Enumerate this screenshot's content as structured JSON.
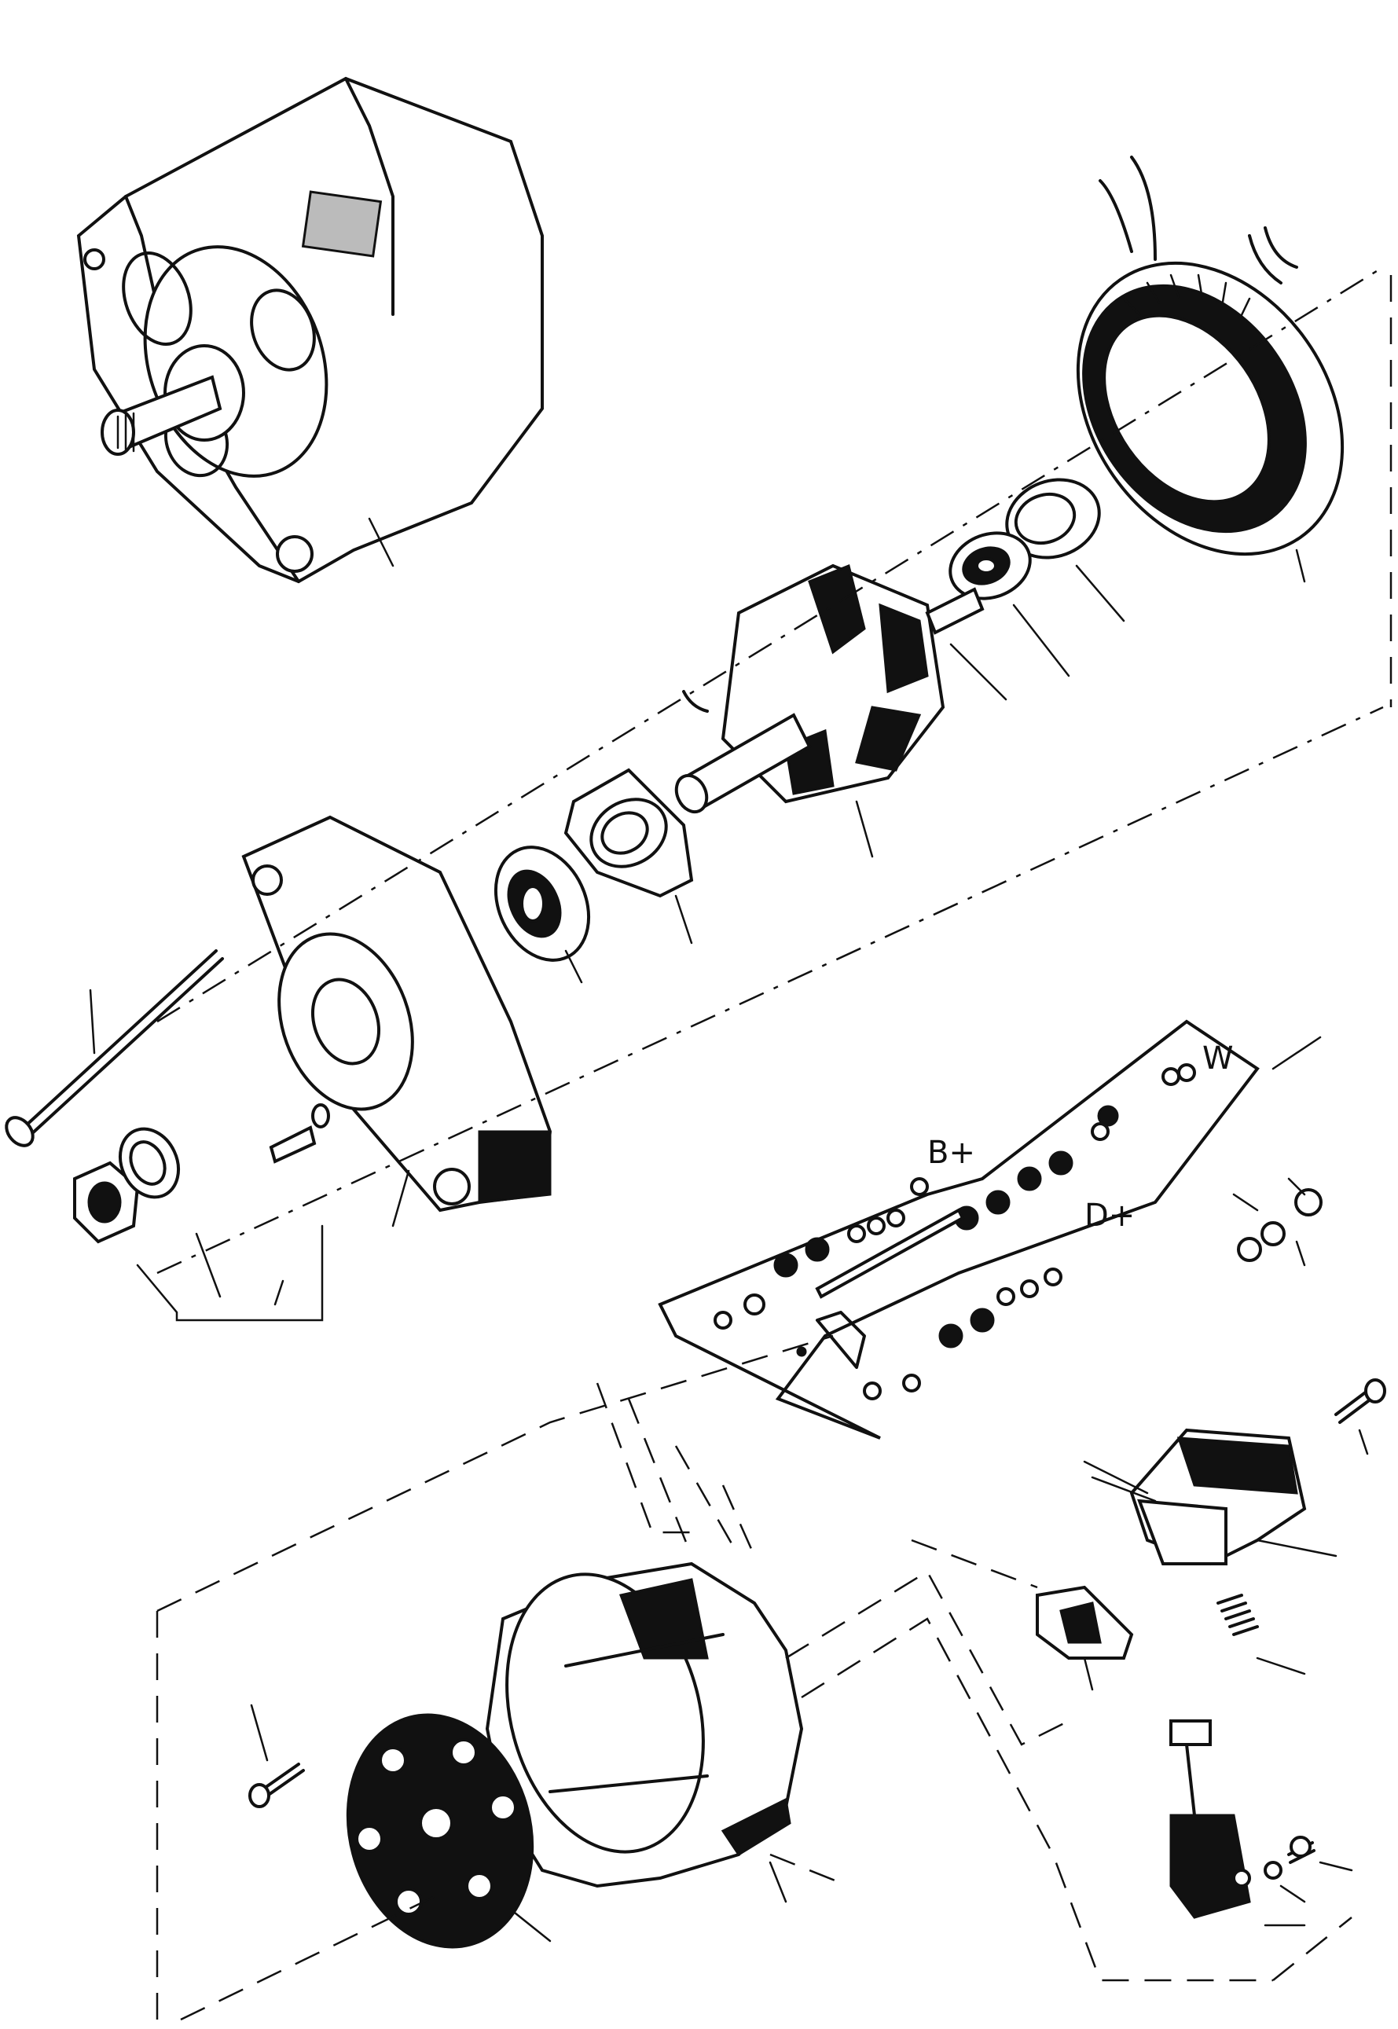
{
  "diagram": {
    "terminal_labels": {
      "w": "W",
      "b_plus": "B+",
      "d_plus": "D+"
    },
    "colors": {
      "ink": "#111111",
      "paper": "#ffffff"
    }
  }
}
